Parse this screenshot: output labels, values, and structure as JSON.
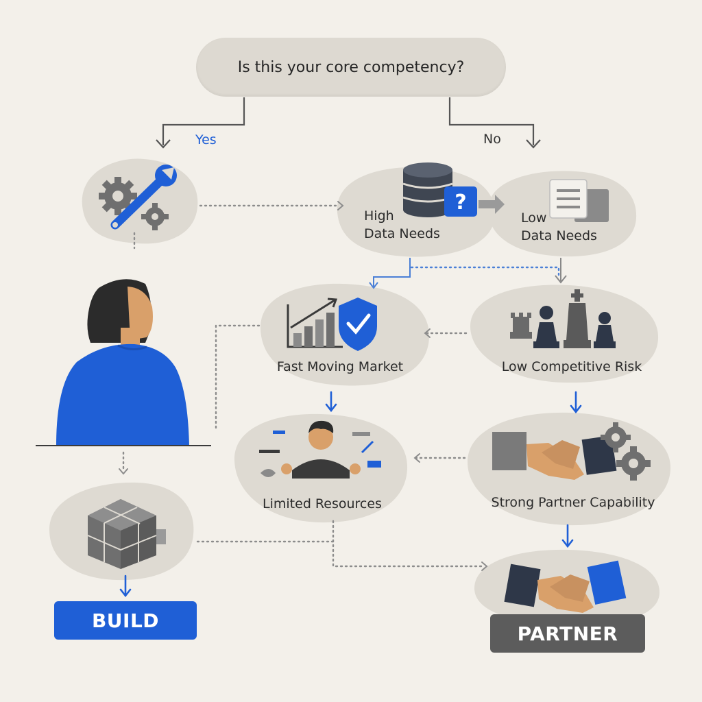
{
  "question": "Is this your core competency?",
  "branches": {
    "yes": "Yes",
    "no": "No"
  },
  "nodes": {
    "high_data": {
      "line1": "High",
      "line2": "Data Needs"
    },
    "low_data": {
      "line1": "Low",
      "line2": "Data Needs"
    },
    "fast_market": "Fast Moving Market",
    "low_risk": "Low Competitive Risk",
    "limited_resources": "Limited Resources",
    "partner_capability": "Strong Partner Capability"
  },
  "outcomes": {
    "build": "BUILD",
    "partner": "PARTNER"
  },
  "colors": {
    "accent": "#1f5fd6",
    "bubble": "#dedad2",
    "background": "#f3f0ea",
    "partner_button": "#5c5c5c",
    "icon_gray": "#6f6f6f"
  }
}
